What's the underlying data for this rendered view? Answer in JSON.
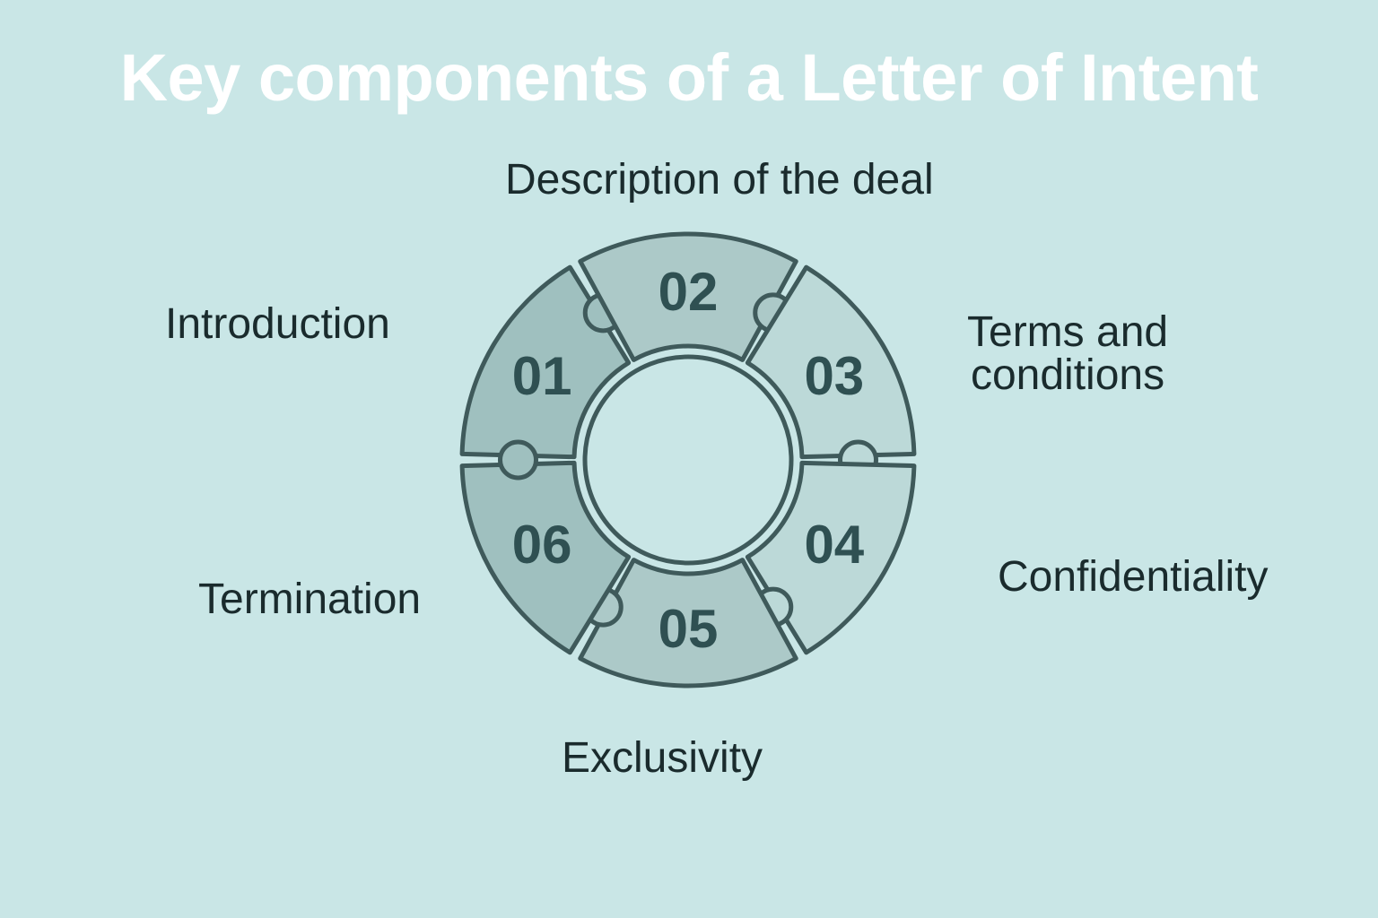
{
  "title": "Key components of a Letter of Intent",
  "colors": {
    "background": "#c9e6e6",
    "title": "#ffffff",
    "segment_dark": "#9fc0bf",
    "segment_mid": "#acc9c8",
    "segment_light": "#bcd9d8",
    "outline": "#3f5a5b",
    "number": "#2f5052",
    "label": "#1a2b2d"
  },
  "segments": [
    {
      "number": "01",
      "label": "Introduction",
      "shade": "dark"
    },
    {
      "number": "02",
      "label": "Description of the deal",
      "shade": "mid"
    },
    {
      "number": "03",
      "label": "Terms and\nconditions",
      "shade": "light"
    },
    {
      "number": "04",
      "label": "Confidentiality",
      "shade": "light"
    },
    {
      "number": "05",
      "label": "Exclusivity",
      "shade": "mid"
    },
    {
      "number": "06",
      "label": "Termination",
      "shade": "dark"
    }
  ]
}
